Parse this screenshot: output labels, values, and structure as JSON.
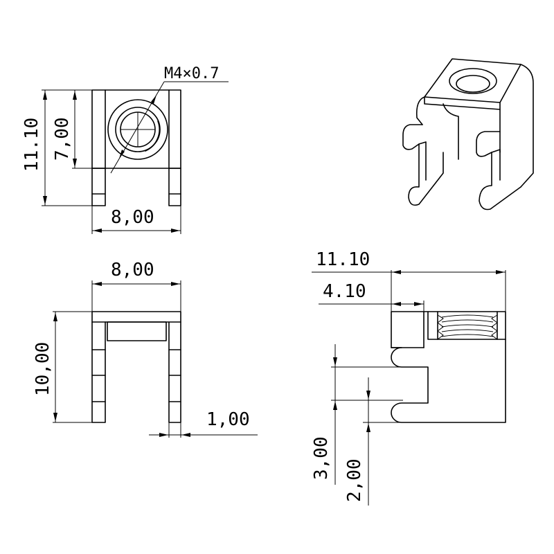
{
  "front_view": {
    "thread_callout": "M4×0.7",
    "height_total": "11.10",
    "height_body": "7,00",
    "width": "8,00"
  },
  "side_view": {
    "width": "8,00",
    "height": "10,00",
    "pin_thickness": "1,00"
  },
  "section_view": {
    "length_total": "11.10",
    "offset": "4.10",
    "slot_height": "3,00",
    "pin_offset": "2,00"
  },
  "colors": {
    "line": "#000000",
    "background": "#ffffff"
  }
}
